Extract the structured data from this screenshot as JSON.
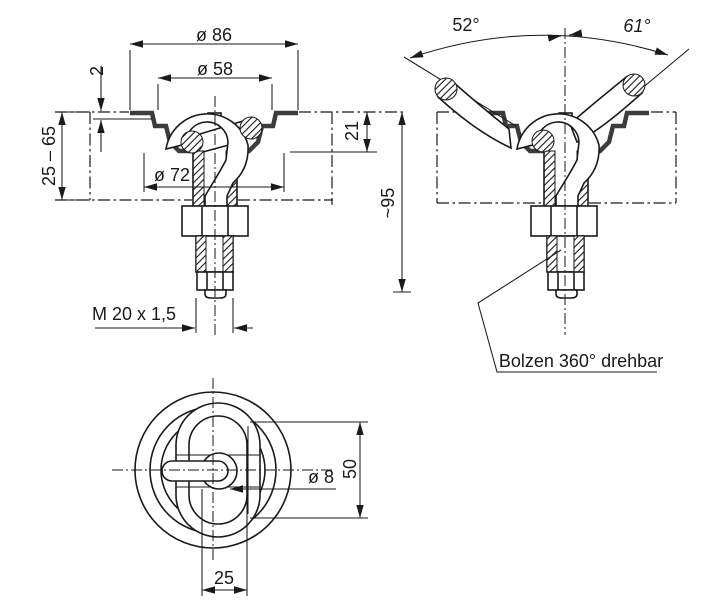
{
  "drawing": {
    "background": "#ffffff",
    "line_color": "#1a1a1a",
    "section_color": "#3c3c3c",
    "views": {
      "front_section": {
        "dims": {
          "flange_diameter": "ø 86",
          "recess_diameter": "ø 58",
          "flange_thickness": "2",
          "mounting_range": "25 – 65",
          "pitch_diameter": "ø 72",
          "thread": "M 20 x 1,5"
        }
      },
      "swivel_section": {
        "dims": {
          "tilt_left": "52°",
          "tilt_right": "61°",
          "recess_depth": "21",
          "overall_length": "~95"
        },
        "note": "Bolzen 360° drehbar"
      },
      "top_view": {
        "dims": {
          "opening_height": "50",
          "wire_diameter": "ø 8",
          "slot_width": "25"
        }
      }
    }
  }
}
